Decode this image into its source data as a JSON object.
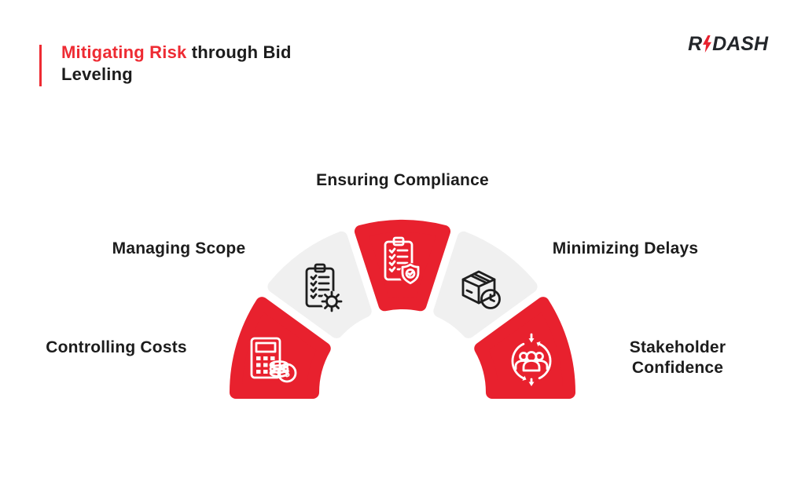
{
  "header": {
    "title_highlight": "Mitigating Risk",
    "title_rest": " through Bid Leveling",
    "accent_bar_color": "#EE2B33"
  },
  "logo": {
    "prefix": "R",
    "suffix": "DASH",
    "bolt_icon": "lightning-bolt-icon",
    "text_color": "#23262A",
    "bolt_color": "#E8212E"
  },
  "diagram": {
    "type": "semicircle-fan",
    "currency_symbol": "$",
    "colors": {
      "red": "#E8212E",
      "gray": "#F0F0F0",
      "icon_on_red": "#FFFFFF",
      "icon_on_gray": "#1E1E1E"
    },
    "segments": [
      {
        "label": "Controlling Costs",
        "tone": "red",
        "icon": "calculator-coins-icon"
      },
      {
        "label": "Managing Scope",
        "tone": "gray",
        "icon": "clipboard-gear-icon"
      },
      {
        "label": "Ensuring Compliance",
        "tone": "red",
        "icon": "clipboard-shield-icon"
      },
      {
        "label": "Minimizing Delays",
        "tone": "gray",
        "icon": "package-clock-icon"
      },
      {
        "label": "Stakeholder\nConfidence",
        "tone": "red",
        "icon": "people-sync-icon"
      }
    ]
  }
}
